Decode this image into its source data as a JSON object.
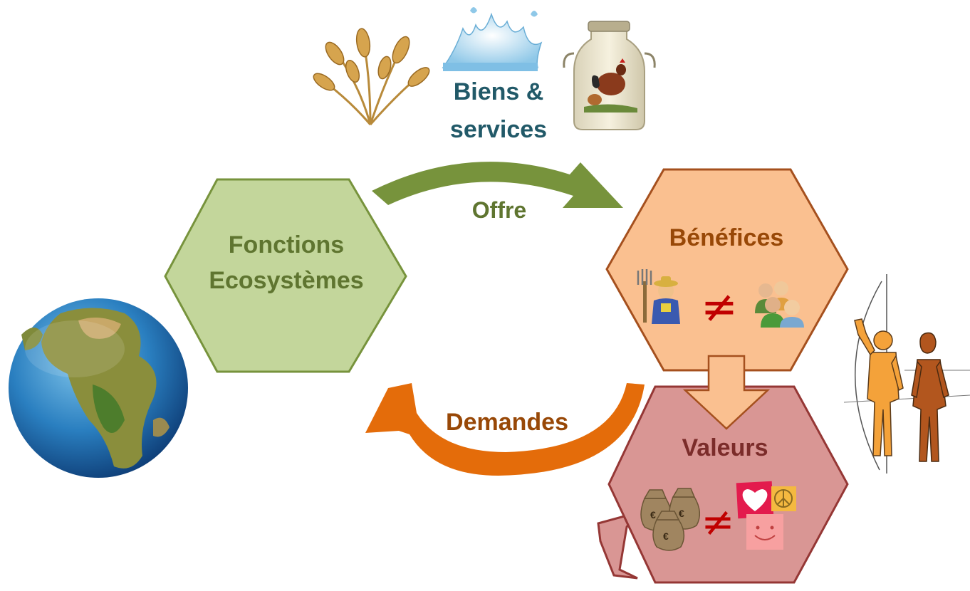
{
  "labels": {
    "fonctions_line1": "Fonctions",
    "fonctions_line2": "Ecosystèmes",
    "biens_line1": "Biens &",
    "biens_line2": "services",
    "offre": "Offre",
    "benefices": "Bénéfices",
    "valeurs": "Valeurs",
    "demandes": "Demandes",
    "not_equal_1": "≠",
    "not_equal_2": "≠"
  },
  "icons": {
    "earth": "earth-globe-icon",
    "wheat": "wheat-icon",
    "water": "water-splash-icon",
    "milk_can": "milk-can-icon",
    "farmer": "farmer-icon",
    "group": "people-group-icon",
    "money": "money-bags-icon",
    "heart": "heart-icon",
    "peace": "peace-icon",
    "smile": "smiley-icon",
    "humans": "human-figures-icon"
  },
  "colors": {
    "fonctions_fill": "#c3d69b",
    "fonctions_stroke": "#77933c",
    "benefices_fill": "#fac090",
    "benefices_stroke": "#a5501e",
    "valeurs_fill": "#d99694",
    "valeurs_stroke": "#953735",
    "offre_arrow": "#77933c",
    "demandes_arrow": "#e46c0a",
    "label_green": "#5f7530",
    "label_teal": "#215968",
    "label_brown": "#984807",
    "label_darkred": "#7b2c2a",
    "neq": "#c00000"
  }
}
